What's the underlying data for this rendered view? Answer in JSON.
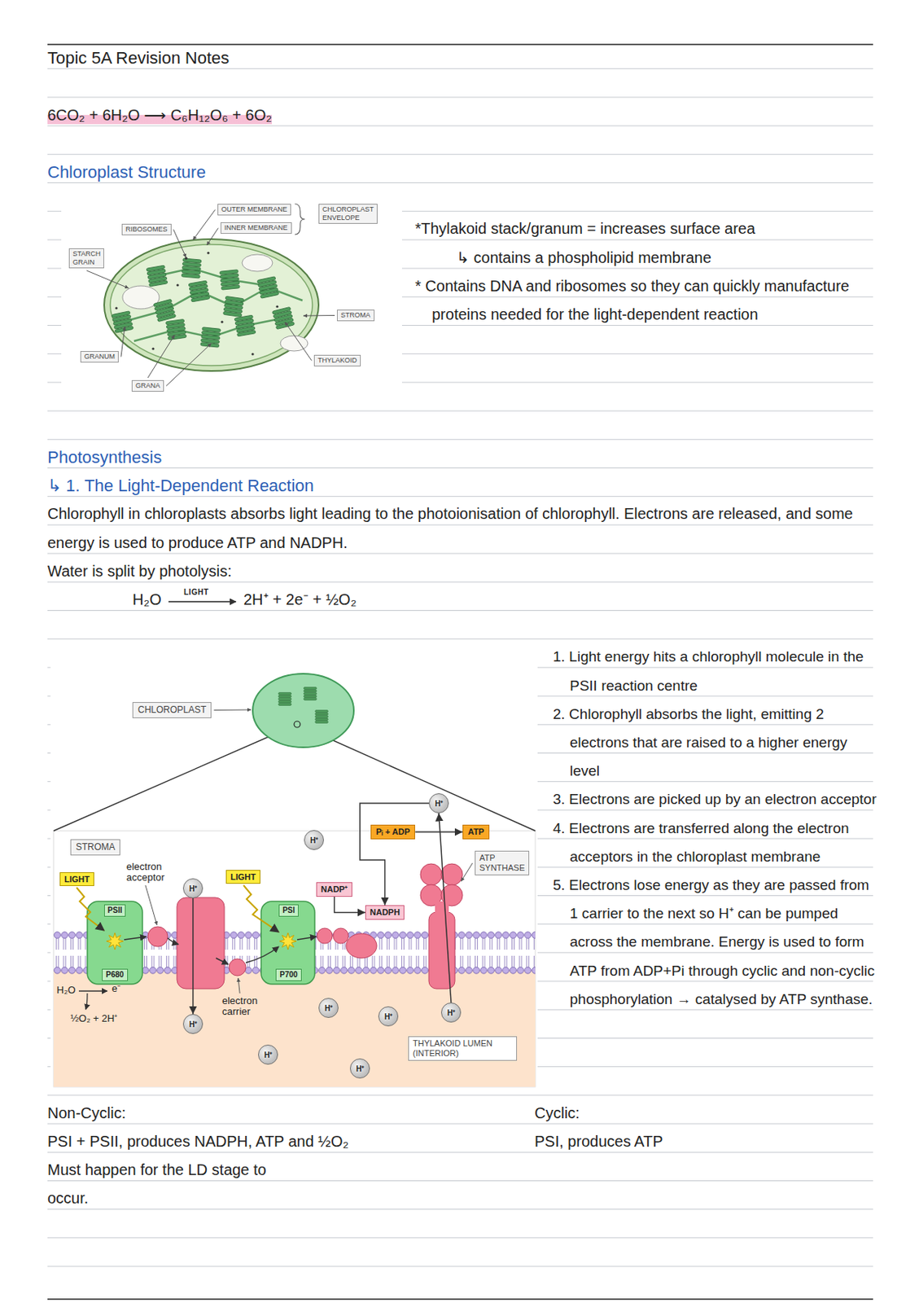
{
  "diagram": {
    "title": "Topic 5A Revision Notes",
    "nodes": [
      {
        "text": [
          "OUTER MEMBRANE"
        ]
      },
      {
        "text": [
          "CHLOROPLAST ENVELOPE"
        ]
      },
      {
        "text": [
          "RIBOSOMES"
        ]
      },
      {
        "text": [
          "INNER MEMBRANE"
        ]
      },
      {
        "text": [
          "STARCH GRAIN"
        ]
      },
      {
        "text": [
          "STROMA"
        ]
      },
      {
        "text": [
          "GRANUM"
        ]
      },
      {
        "text": [
          "THYLAKOID"
        ]
      },
      {
        "text": [
          "GRANA"
        ]
      },
      {
        "text": [
          "CHLOROPLAST"
        ]
      },
      {
        "text": [
          "H⁺"
        ]
      },
      {
        "text": [
          "Pᵢ + ADP"
        ]
      },
      {
        "text": [
          "ATP"
        ]
      },
      {
        "text": [
          "STROMA"
        ]
      },
      {
        "text": [
          "H⁺"
        ]
      },
      {
        "text": [
          "ATP SYNTHASE"
        ]
      },
      {
        "text": [
          "LIGHT"
        ]
      },
      {
        "text": [
          "LIGHT"
        ]
      },
      {
        "text": [
          "NADP⁺"
        ]
      },
      {
        "text": [
          "H⁺"
        ]
      },
      {
        "text": [
          "PSII",
          "P680"
        ]
      },
      {
        "text": [
          "PSI",
          "P700"
        ]
      },
      {
        "text": [
          "NADPH"
        ]
      },
      {
        "text": [
          "H⁺"
        ]
      },
      {
        "text": [
          "H⁺"
        ]
      },
      {
        "text": [
          "H⁺"
        ]
      },
      {
        "text": [
          "H⁺"
        ]
      },
      {
        "text": [
          "THYLAKOID LUMEN (INTERIOR)"
        ]
      },
      {
        "text": [
          "H⁺"
        ]
      },
      {
        "text": [
          "H⁺"
        ]
      }
    ],
    "edges": [
      {
        "from": 18,
        "to": 22,
        "arrow": "to"
      },
      {
        "from": 11,
        "to": 12,
        "arrow": "to"
      },
      {
        "from": 10,
        "to": 22,
        "arrow": "to"
      },
      {
        "from": 19,
        "to": 23,
        "arrow": "to"
      },
      {
        "from": 26,
        "to": 10,
        "arrow": "to"
      }
    ],
    "labels": [
      "6CO₂ + 6H₂O ⟶ C₆H₁₂O₆ + 6O₂",
      "Chloroplast Structure",
      "*Thylakoid stack/granum = increases surface area",
      "↳ contains a phospholipid membrane",
      "* Contains DNA and ribosomes so they can quickly manufacture proteins needed for the light-dependent reaction",
      "Photosynthesis",
      "↳ 1. The Light-Dependent Reaction",
      "Chlorophyll in chloroplasts absorbs light leading to the photoionisation of chlorophyll. Electrons are released, and some energy is used to produce ATP and NADPH.",
      "Water is split by photolysis:",
      "H₂O",
      "LIGHT",
      "2H⁺ + 2e⁻ + ½O₂",
      "1. Light energy hits a chlorophyll molecule in the PSII reaction centre",
      "2. Chlorophyll absorbs the light, emitting 2 electrons that are raised to a higher energy level",
      "3. Electrons are picked up by an electron acceptor",
      "4. Electrons are transferred along the electron acceptors in the chloroplast membrane",
      "5. Electrons lose energy as they are passed from 1 carrier to the next so H⁺ can be pumped across the membrane. Energy is used to form ATP from ADP+Pi through cyclic and non-cyclic phosphorylation → catalysed by ATP synthase.",
      "electron acceptor",
      "electron carrier",
      "H₂O",
      "e⁻",
      "½O₂ + 2H⁺",
      "Non-Cyclic:",
      "PSI + PSII, produces NADPH, ATP and ½O₂",
      "Must happen for the LD stage to occur.",
      "Cyclic:",
      "PSI, produces ATP"
    ]
  }
}
